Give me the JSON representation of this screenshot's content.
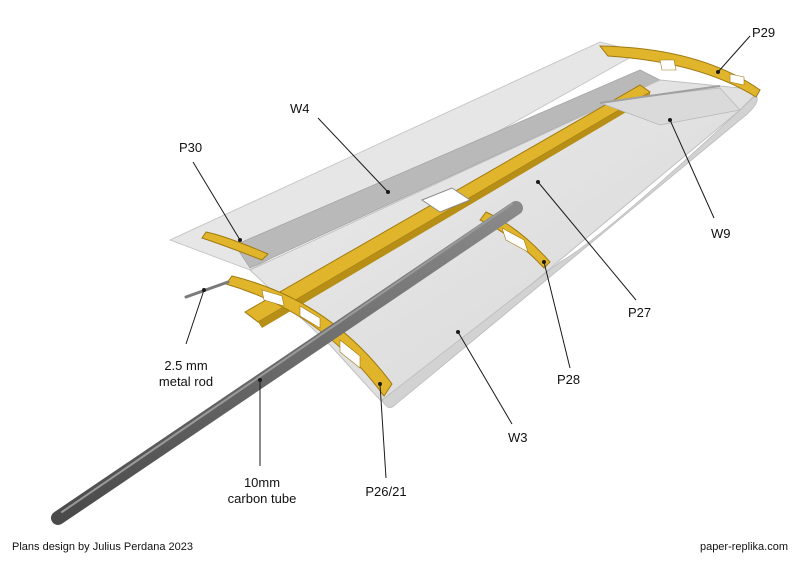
{
  "labels": {
    "p29": "P29",
    "w4": "W4",
    "p30": "P30",
    "w9": "W9",
    "p27": "P27",
    "rod_line1": "2.5 mm",
    "rod_line2": "metal rod",
    "p28": "P28",
    "w3": "W3",
    "tube_line1": "10mm",
    "tube_line2": "carbon tube",
    "p26_21": "P26/21"
  },
  "footer": {
    "credit": "Plans design by Julius Perdana 2023",
    "website": "paper-replika.com"
  },
  "colors": {
    "skin_top": "#e3e3e3",
    "skin_bottom": "#d4d4d4",
    "rib_yellow": "#e0b52c",
    "rib_edge": "#a07a10",
    "tube": "#6e6e6e",
    "leader": "#1a1a1a"
  }
}
